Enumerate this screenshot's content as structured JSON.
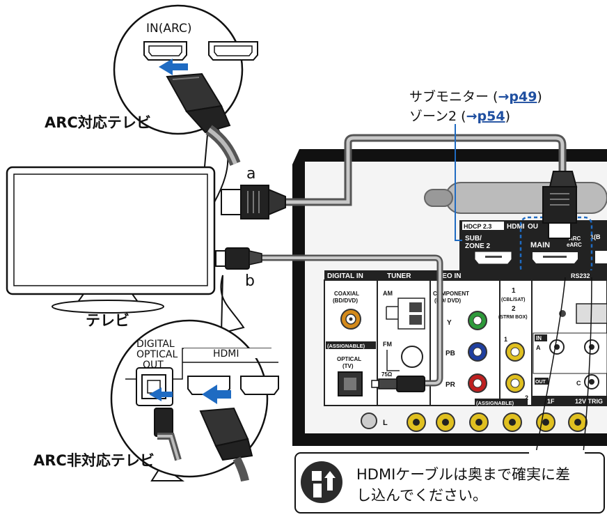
{
  "top_tv_port": "IN(ARC)",
  "arc_tv_label": "ARC対応テレビ",
  "tv_label": "テレビ",
  "non_arc_tv_label": "ARC非対応テレビ",
  "tv_ports": {
    "optical": "DIGITAL\nOPTICAL\nOUT",
    "hdmi": "HDMI"
  },
  "cable_a": "a",
  "cable_b": "b",
  "sub_monitor": {
    "text": "サブモニター (",
    "arrow": "→",
    "link": "p49",
    "close": ")"
  },
  "zone2": {
    "text": "ゾーン2 (",
    "arrow": "→",
    "link": "p54",
    "close": ")"
  },
  "receiver": {
    "hdcp": "HDCP 2.3",
    "hdmi_out_prefix": "HDMI",
    "out_prefix": "OU",
    "sub_zone2": "SUB/\nZONE 2",
    "main": "MAIN",
    "arc_earc": "ARC\neARC",
    "out1": "1(B",
    "digital_in": "DIGITAL IN",
    "tuner": "TUNER",
    "video_in": "DEO    IN",
    "coaxial": "COAXIAL\n(BD/DVD)",
    "assignable1": "(ASSIGNABLE)",
    "optical_tv": "OPTICAL\n(TV)",
    "am": "AM",
    "fm": "FM",
    "ohm": "75Ω",
    "component": "COMPONENT\n(BD/ DVD)",
    "y": "Y",
    "pb": "PB",
    "pr": "PR",
    "comp_1": "1\n(CBL/SAT)",
    "comp_2": "2\n(STRM BOX)",
    "num_1": "1",
    "num_2": "2",
    "assignable2": "(ASSIGNABLE)",
    "rs232": "RS232",
    "in": "IN",
    "a_label": "A",
    "out": "OUT",
    "c_label": "C",
    "trig": "12V TRIG",
    "one_label": "1F",
    "l_label": "L"
  },
  "note": {
    "line1": "HDMIケーブルは奥まで確実に差",
    "line2": "し込んでください。"
  }
}
